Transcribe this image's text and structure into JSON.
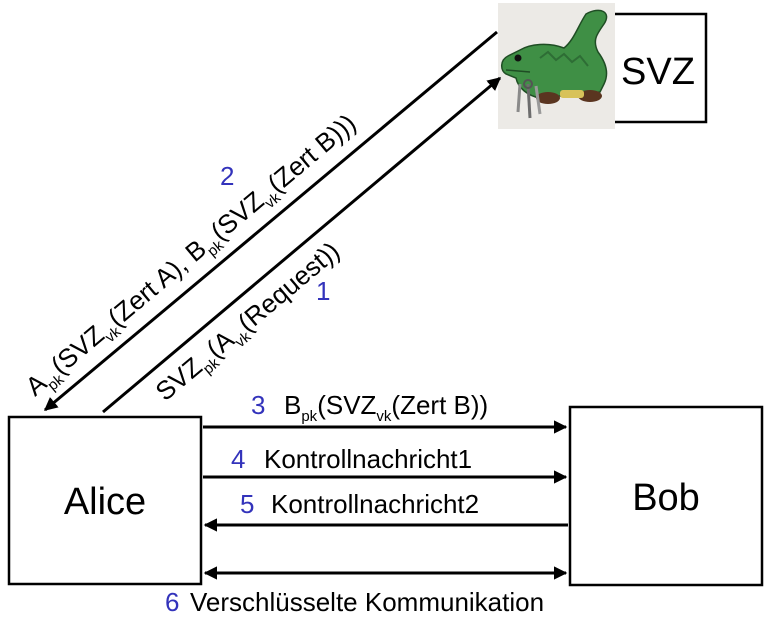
{
  "entities": {
    "alice": "Alice",
    "bob": "Bob",
    "svz": "SVZ"
  },
  "colors": {
    "step_number": "#3333bb",
    "line": "#000000",
    "croc_body": "#3f8f45",
    "croc_scales": "#2e6d35",
    "croc_feet": "#5a3520"
  },
  "icons": {
    "svz_mascot": "crocodile-with-keys-icon"
  },
  "messages": {
    "m1": {
      "num": "1",
      "t1": "SVZ",
      "s1": "pk",
      "t2": "(A",
      "s2": "vk",
      "t3": "(Request))"
    },
    "m2": {
      "num": "2",
      "t1": "A",
      "s1": "pk",
      "t2": "(SVZ",
      "s2": "vk",
      "t3": "(Zert A), B",
      "s3": "pk",
      "t4": "(SVZ",
      "s4": "vk",
      "t5": "(Zert B)))"
    },
    "m3": {
      "num": "3",
      "t1": "B",
      "s1": "pk",
      "t2": "(SVZ",
      "s2": "vk",
      "t3": "(Zert B))"
    },
    "m4": {
      "num": "4",
      "text": "Kontrollnachricht1"
    },
    "m5": {
      "num": "5",
      "text": "Kontrollnachricht2"
    },
    "m6": {
      "num": "6",
      "text": "Verschlüsselte Kommunikation"
    }
  }
}
